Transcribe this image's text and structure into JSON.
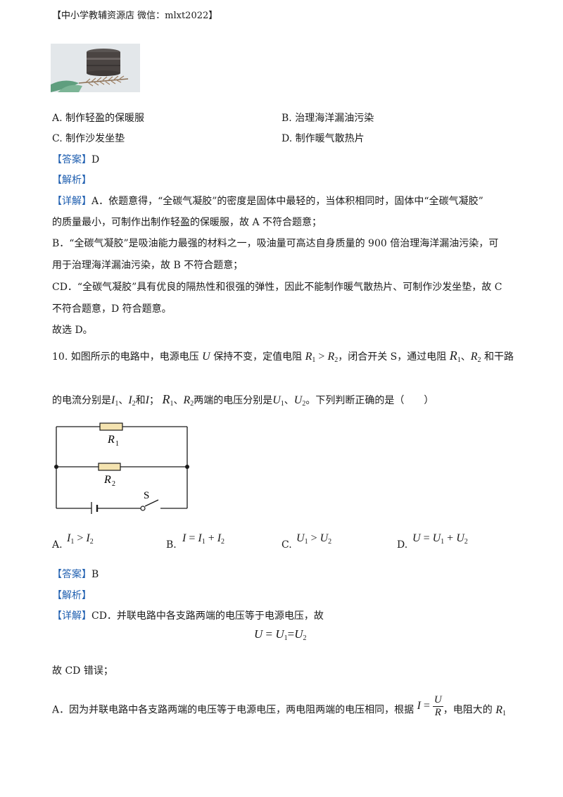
{
  "header": "【中小学教辅资源店 微信：mlxt2022】",
  "q9": {
    "options": {
      "A": "A. 制作轻盈的保暖服",
      "B": "B. 治理海洋漏油污染",
      "C": "C. 制作沙发坐垫",
      "D": "D. 制作暖气散热片"
    },
    "answer_tag": "【答案】",
    "answer": "D",
    "analysis_tag": "【解析】",
    "detail_tag": "【详解】",
    "detail_lines": [
      "A．依题意得，“全碳气凝胶”的密度是固体中最轻的，当体积相同时，固体中“全碳气凝胶”",
      "的质量最小，可制作出制作轻盈的保暖服，故 A 不符合题意；",
      "B．“全碳气凝胶”是吸油能力最强的材料之一，吸油量可高达自身质量的 900 倍治理海洋漏油污染，可",
      "用于治理海洋漏油污染，故 B 不符合题意；",
      "CD．“全碳气凝胶”具有优良的隔热性和很强的弹性，因此不能制作暖气散热片、可制作沙发坐垫，故 C",
      "不符合题意，D 符合题意。",
      "故选 D。"
    ]
  },
  "q10": {
    "stem1_a": "10. 如图所示的电路中，电源电压",
    "stem1_b": "保持不变，定值电阻",
    "stem1_c": "，闭合开关 S，通过电阻",
    "stem1_d": "和干路",
    "stem2_a": "的电流分别是",
    "stem2_b": "和",
    "stem2_c": "；",
    "stem2_d": "两端的电压分别是",
    "stem2_e": "。下列判断正确的是（　　）",
    "sep": "、",
    "circuit": {
      "r1_label": "R",
      "r1_sub": "1",
      "r2_label": "R",
      "r2_sub": "2",
      "switch_label": "S"
    },
    "options": {
      "A_letter": "A.",
      "B_letter": "B.",
      "C_letter": "C.",
      "D_letter": "D."
    },
    "answer_tag": "【答案】",
    "answer": "B",
    "analysis_tag": "【解析】",
    "detail_tag": "【详解】",
    "detail1": "CD．并联电路中各支路两端的电压等于电源电压，故",
    "detail2": "故 CD 错误；",
    "detail3_a": "A．因为并联电路中各支路两端的电压等于电源电压，两电阻两端的电压相同，根据",
    "detail3_b": "，电阻大的"
  }
}
